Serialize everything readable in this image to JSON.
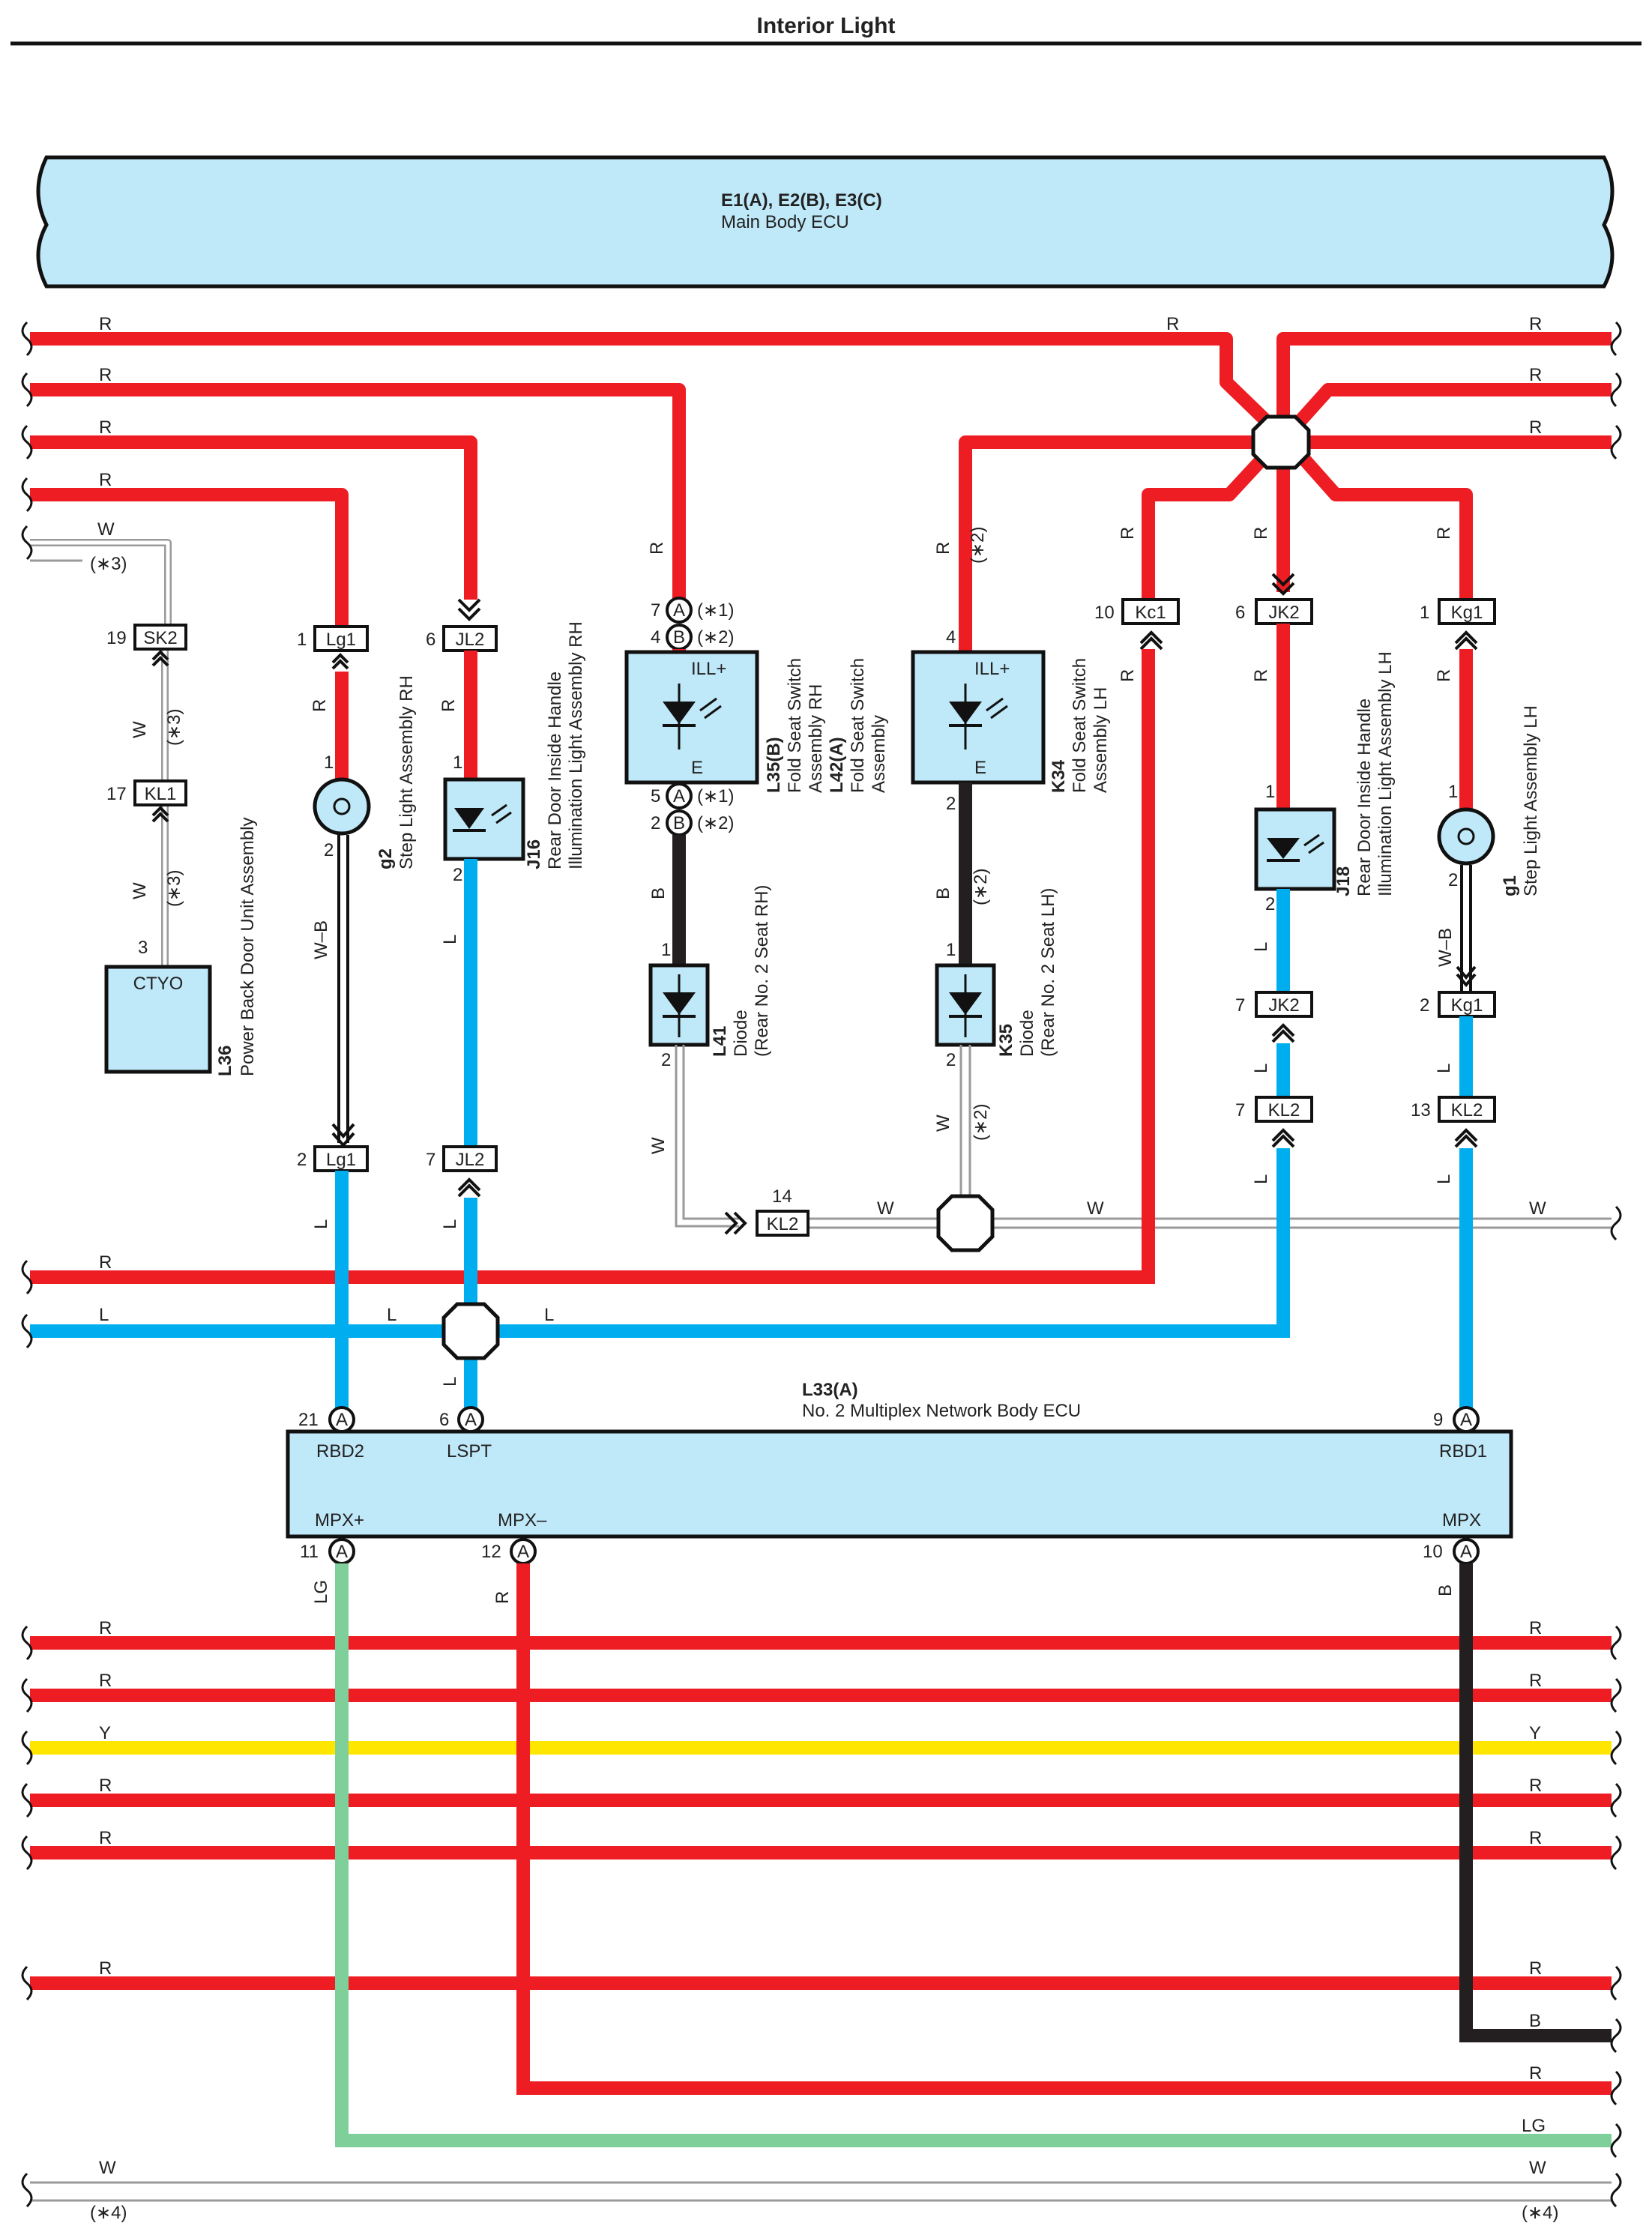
{
  "title": "Interior Light",
  "colors": {
    "R": "#ee1d24",
    "L": "#00aeef",
    "B": "#231f20",
    "Y": "#ffe600",
    "LG": "#7fcf9a",
    "W": "#9a9a9a",
    "box": "#bfe8f8"
  },
  "main_ecu": {
    "codes": "E1(A), E2(B), E3(C)",
    "name": "Main Body ECU"
  },
  "multiplex_ecu": {
    "code": "L33(A)",
    "name": "No. 2 Multiplex Network Body ECU",
    "pins": [
      {
        "pin": "21",
        "conn": "A",
        "label": "RBD2"
      },
      {
        "pin": "6",
        "conn": "A",
        "label": "LSPT"
      },
      {
        "pin": "9",
        "conn": "A",
        "label": "RBD1"
      },
      {
        "pin": "11",
        "conn": "A",
        "label": "MPX+"
      },
      {
        "pin": "12",
        "conn": "A",
        "label": "MPX–"
      },
      {
        "pin": "10",
        "conn": "A",
        "label": "MPX"
      }
    ]
  },
  "components": {
    "L36": {
      "code": "L36",
      "name": "Power Back Door Unit Assembly",
      "inner": "CTYO",
      "pin": "3"
    },
    "g2": {
      "code": "g2",
      "name": "Step Light Assembly RH"
    },
    "J16": {
      "code": "J16",
      "name1": "Rear Door Inside Handle",
      "name2": "Illumination Light Assembly RH"
    },
    "L35": {
      "code1": "L35(B)",
      "name1": "Fold Seat Switch",
      "name2": "Assembly RH",
      "code2": "L42(A)",
      "name3": "Fold Seat Switch",
      "name4": "Assembly",
      "ill": "ILL+",
      "e": "E"
    },
    "K34": {
      "code": "K34",
      "name1": "Fold Seat Switch",
      "name2": "Assembly LH",
      "ill": "ILL+",
      "e": "E"
    },
    "L41": {
      "code": "L41",
      "name1": "Diode",
      "name2": "(Rear No. 2 Seat RH)"
    },
    "K35": {
      "code": "K35",
      "name1": "Diode",
      "name2": "(Rear No. 2 Seat LH)"
    },
    "J18": {
      "code": "J18",
      "name1": "Rear Door Inside Handle",
      "name2": "Illumination Light Assembly LH"
    },
    "g1": {
      "code": "g1",
      "name": "Step Light Assembly LH"
    }
  },
  "connectors": {
    "SK2": "SK2",
    "KL1": "KL1",
    "Lg1": "Lg1",
    "JL2": "JL2",
    "Kc1": "Kc1",
    "JK2": "JK2",
    "Kg1": "Kg1",
    "KL2": "KL2"
  },
  "pins": {
    "p19": "19",
    "p17": "17",
    "p1": "1",
    "p2": "2",
    "p6": "6",
    "p7": "7",
    "p4": "4",
    "p5": "5",
    "p10": "10",
    "p13": "13",
    "p14": "14",
    "p3": "3"
  },
  "circles": {
    "A": "A",
    "B": "B"
  },
  "notes": {
    "n1": "(∗1)",
    "n2": "(∗2)",
    "n3": "(∗3)",
    "n4": "(∗4)"
  },
  "wire_labels": {
    "R": "R",
    "L": "L",
    "W": "W",
    "B": "B",
    "Y": "Y",
    "LG": "LG",
    "WB": "W–B"
  }
}
